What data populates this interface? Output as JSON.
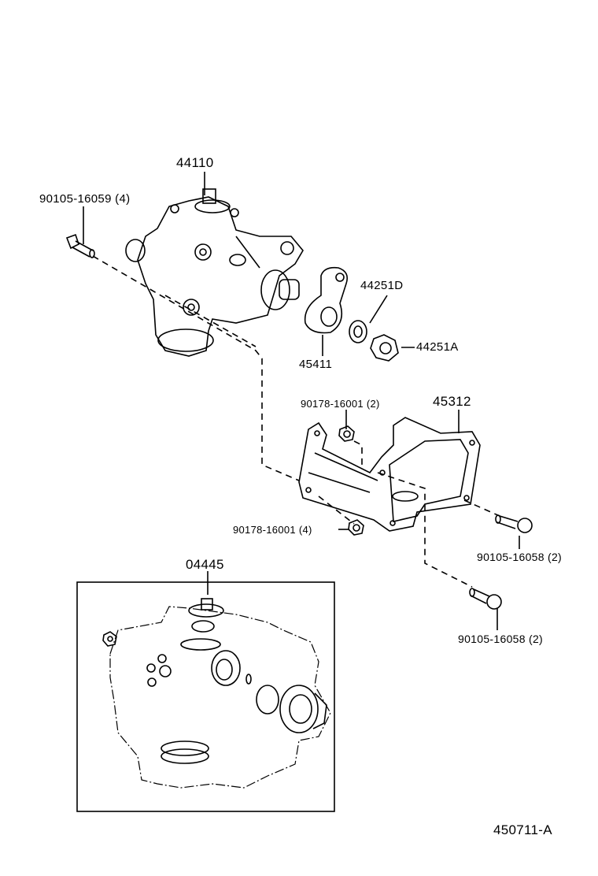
{
  "diagram": {
    "colors": {
      "line": "#000000",
      "background": "#ffffff"
    },
    "parts": {
      "gear_assembly": "44110",
      "gear_bolt": "90105-16059 (4)",
      "washer": "44251D",
      "nut": "44251A",
      "pitman_arm": "45411",
      "bracket_nut_upper": "90178-16001 (2)",
      "bracket": "45312",
      "bracket_nut_lower": "90178-16001 (4)",
      "bracket_bolt_upper": "90105-16058 (2)",
      "bracket_bolt_lower": "90105-16058 (2)",
      "gasket_kit": "04445"
    },
    "figure_id": "450711-A"
  }
}
